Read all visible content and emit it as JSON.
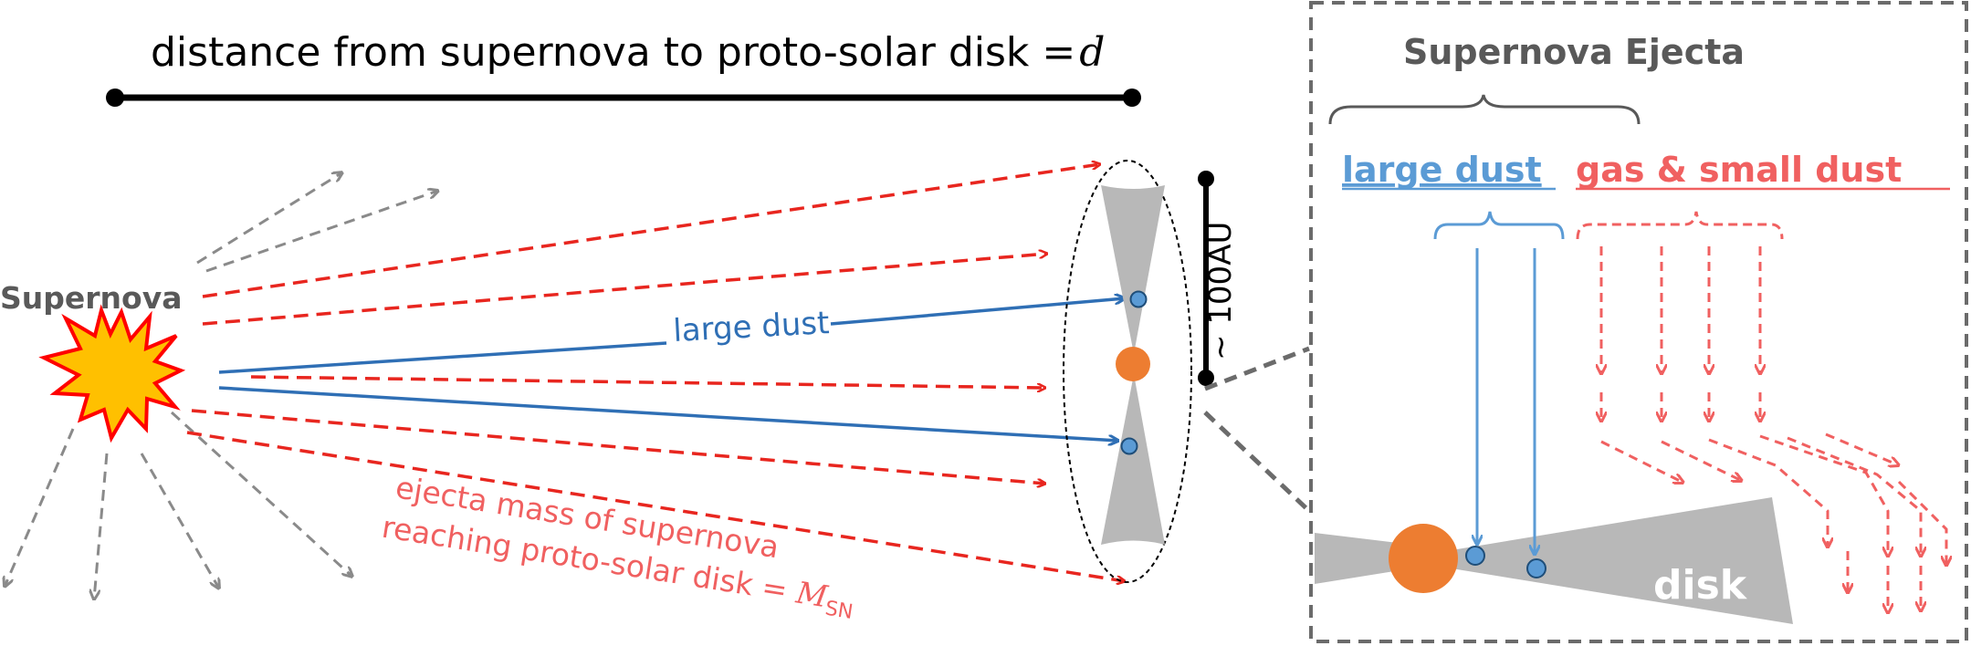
{
  "distance_label": "distance from supernova to proto-solar disk =",
  "distance_symbol": "d",
  "supernova_label": "Supernova",
  "large_dust_main_label": "large dust",
  "scale_label": "~ 100AU",
  "ejecta_mass_line1": "ejecta mass of supernova",
  "ejecta_mass_line2": "reaching proto-solar disk = ",
  "ejecta_mass_symbol": "M",
  "ejecta_mass_subscript": "SN",
  "inset": {
    "title": "Supernova Ejecta",
    "large_dust_label": "large dust",
    "gas_label": "gas & small dust",
    "disk_label": "disk"
  },
  "colors": {
    "red_arrow": "#e8261f",
    "light_red": "#f06060",
    "blue": "#2f6fb5",
    "light_blue": "#5b9bd5",
    "gray_arrow": "#8a8a8a",
    "disk_gray": "#b8b8b8",
    "star_fill": "#ffc000",
    "star_stroke": "#ff0000",
    "sun_orange": "#ed7d31",
    "dust_fill": "#5b9bd5",
    "text_gray": "#595959"
  }
}
